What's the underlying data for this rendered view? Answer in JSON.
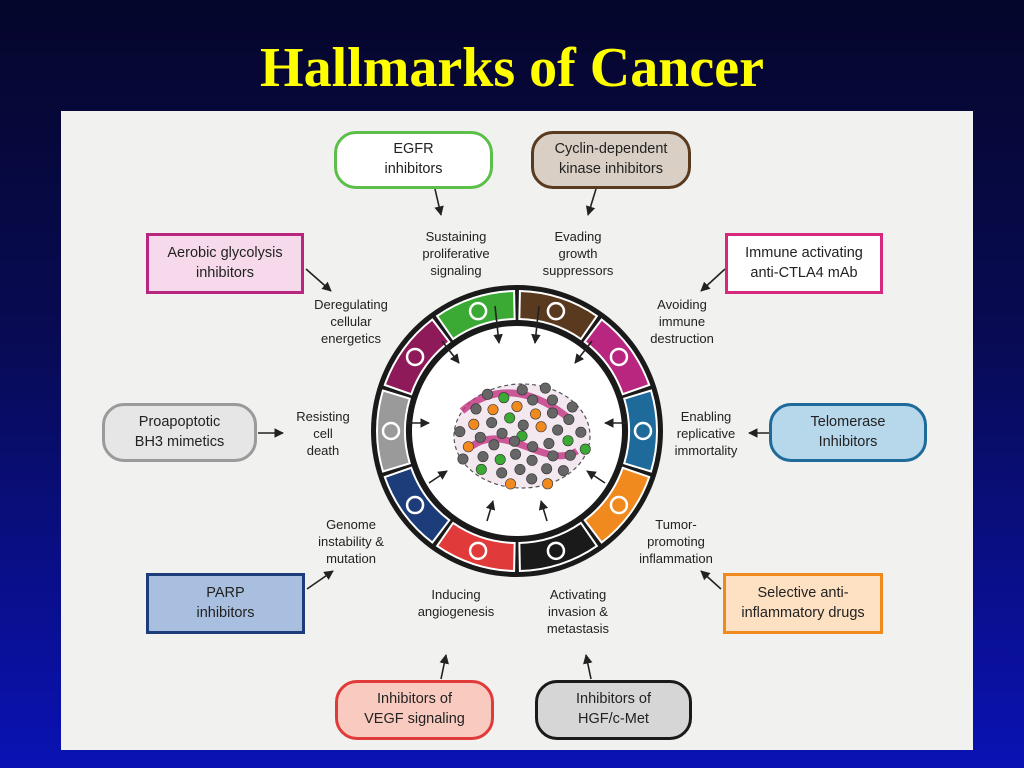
{
  "title": "Hallmarks of Cancer",
  "therapies": {
    "egfr": "EGFR\ninhibitors",
    "cdk": "Cyclin-dependent\nkinase inhibitors",
    "aerobic": "Aerobic glycolysis\ninhibitors",
    "immune": "Immune activating\nanti-CTLA4 mAb",
    "proapoptotic": "Proapoptotic\nBH3 mimetics",
    "telomerase": "Telomerase\nInhibitors",
    "parp": "PARP\ninhibitors",
    "antiinflam": "Selective anti-\ninflammatory drugs",
    "vegf": "Inhibitors of\nVEGF signaling",
    "hgf": "Inhibitors of\nHGF/c-Met"
  },
  "hallmarks": {
    "proliferative": "Sustaining\nproliferative\nsignaling",
    "growth": "Evading\ngrowth\nsuppressors",
    "energetics": "Deregulating\ncellular\nenergetics",
    "immune": "Avoiding\nimmune\ndestruction",
    "celldeath": "Resisting\ncell\ndeath",
    "immortality": "Enabling\nreplicative\nimmortality",
    "genome": "Genome\ninstability &\nmutation",
    "inflammation": "Tumor-\npromoting\ninflammation",
    "angiogenesis": "Inducing\nangiogenesis",
    "invasion": "Activating\ninvasion &\nmetastasis"
  },
  "colors": {
    "green": "#3aaa35",
    "brown": "#5a3a1e",
    "magenta": "#b8267f",
    "blue": "#1e6a9a",
    "orange": "#f08a1e",
    "black": "#1a1a1a",
    "red": "#e03a3a",
    "navy": "#1d3d7a",
    "gray": "#9a9a9a",
    "plum": "#8e1a5a"
  }
}
